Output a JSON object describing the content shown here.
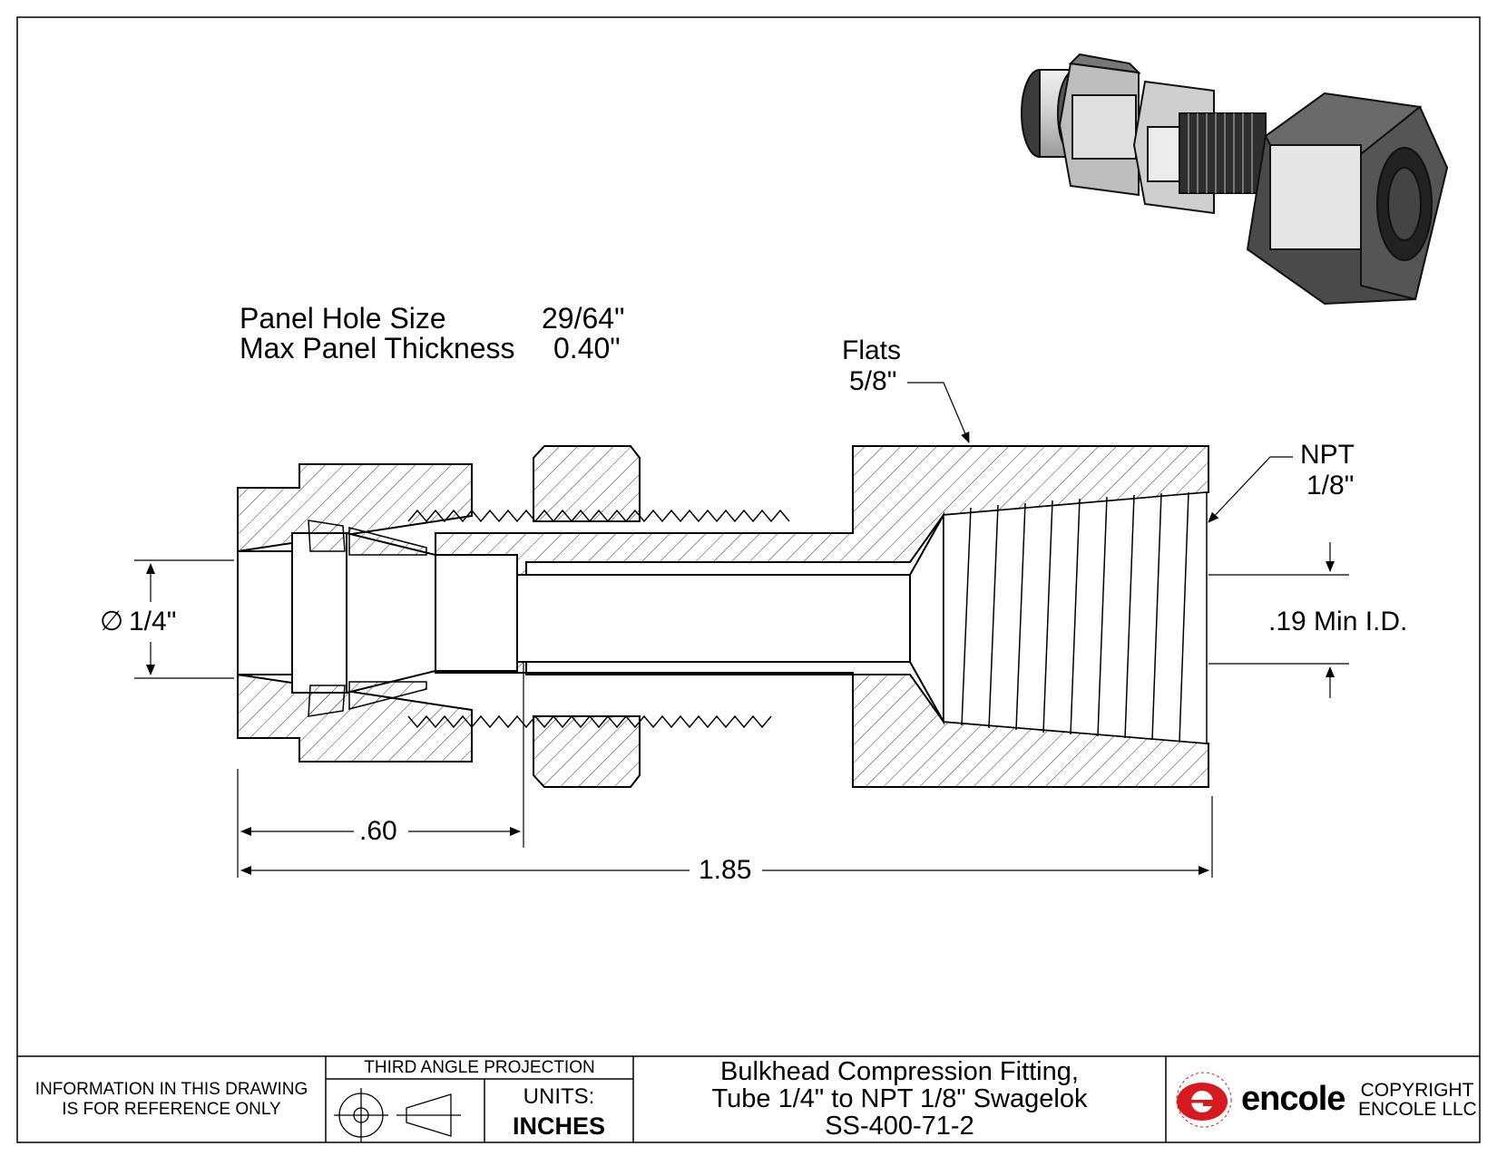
{
  "panel_specs": {
    "hole_label": "Panel Hole Size",
    "hole_value": "29/64\"",
    "thickness_label": "Max Panel Thickness",
    "thickness_value": "0.40\""
  },
  "callouts": {
    "flats_label": "Flats",
    "flats_value": "5/8\"",
    "npt_label": "NPT",
    "npt_value": "1/8\"",
    "tube_diameter_symbol": "∅",
    "tube_diameter": "1/4\"",
    "min_id": ".19 Min I.D."
  },
  "dimensions": {
    "nut_length": ".60",
    "overall_length": "1.85"
  },
  "title_block": {
    "disclaimer_line1": "INFORMATION IN THIS DRAWING",
    "disclaimer_line2": "IS FOR REFERENCE ONLY",
    "projection": "THIRD ANGLE PROJECTION",
    "units_label": "UNITS:",
    "units_value": "INCHES",
    "title_line1": "Bulkhead Compression Fitting,",
    "title_line2": "Tube 1/4\" to NPT 1/8\" Swagelok",
    "title_line3": "SS-400-71-2",
    "brand_logo_letter": "e",
    "brand_name": "encole",
    "copyright_line1": "COPYRIGHT",
    "copyright_line2": "ENCOLE  LLC"
  },
  "colors": {
    "line": "#000000",
    "hatch": "#333333",
    "logo_red": "#d71920",
    "metal_light": "#d9d9d9",
    "metal_dark": "#3a3a3a"
  }
}
